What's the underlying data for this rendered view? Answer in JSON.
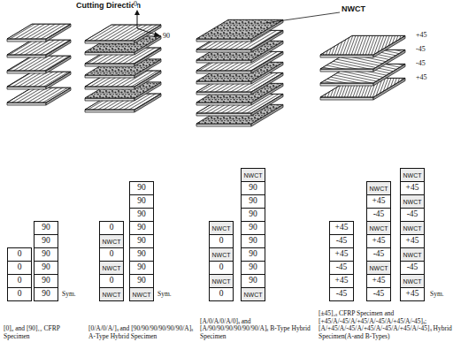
{
  "diagram": {
    "nodes": [
      {
        "text": [
          "0"
        ]
      },
      {
        "text": [
          "0"
        ]
      },
      {
        "text": [
          "0"
        ]
      },
      {
        "text": [
          "0"
        ]
      },
      {
        "text": [
          "90"
        ]
      },
      {
        "text": [
          "90"
        ]
      },
      {
        "text": [
          "90"
        ]
      },
      {
        "text": [
          "90"
        ]
      },
      {
        "text": [
          "90"
        ]
      },
      {
        "text": [
          "90"
        ]
      },
      {
        "text": [
          "0"
        ]
      },
      {
        "text": [
          "NWCT"
        ]
      },
      {
        "text": [
          "0"
        ]
      },
      {
        "text": [
          "NWCT"
        ]
      },
      {
        "text": [
          "0"
        ]
      },
      {
        "text": [
          "NWCT"
        ]
      },
      {
        "text": [
          "90"
        ]
      },
      {
        "text": [
          "90"
        ]
      },
      {
        "text": [
          "90"
        ]
      },
      {
        "text": [
          "90"
        ]
      },
      {
        "text": [
          "90"
        ]
      },
      {
        "text": [
          "90"
        ]
      },
      {
        "text": [
          "90"
        ]
      },
      {
        "text": [
          "90"
        ]
      },
      {
        "text": [
          "NWCT"
        ]
      },
      {
        "text": [
          "NWCT"
        ]
      },
      {
        "text": [
          "0"
        ]
      },
      {
        "text": [
          "NWCT"
        ]
      },
      {
        "text": [
          "0"
        ]
      },
      {
        "text": [
          "NWCT"
        ]
      },
      {
        "text": [
          "0"
        ]
      },
      {
        "text": [
          "NWCT"
        ]
      },
      {
        "text": [
          "90"
        ]
      },
      {
        "text": [
          "90"
        ]
      },
      {
        "text": [
          "90"
        ]
      },
      {
        "text": [
          "90"
        ]
      },
      {
        "text": [
          "90"
        ]
      },
      {
        "text": [
          "90"
        ]
      },
      {
        "text": [
          "90"
        ]
      },
      {
        "text": [
          "90"
        ]
      },
      {
        "text": [
          "NWCT"
        ]
      },
      {
        "text": [
          "+45"
        ]
      },
      {
        "text": [
          "-45"
        ]
      },
      {
        "text": [
          "+45"
        ]
      },
      {
        "text": [
          "-45"
        ]
      },
      {
        "text": [
          "+45"
        ]
      },
      {
        "text": [
          "-45"
        ]
      },
      {
        "text": [
          "NWCT"
        ]
      },
      {
        "text": [
          "+45"
        ]
      },
      {
        "text": [
          "-45"
        ]
      },
      {
        "text": [
          "NWCT"
        ]
      },
      {
        "text": [
          "+45"
        ]
      },
      {
        "text": [
          "-45"
        ]
      },
      {
        "text": [
          "NWCT"
        ]
      },
      {
        "text": [
          "+45"
        ]
      },
      {
        "text": [
          "-45"
        ]
      },
      {
        "text": [
          "NWCT"
        ]
      },
      {
        "text": [
          "+45"
        ]
      },
      {
        "text": [
          "NWCT"
        ]
      },
      {
        "text": [
          "-45"
        ]
      },
      {
        "text": [
          "NWCT"
        ]
      },
      {
        "text": [
          "+45"
        ]
      },
      {
        "text": [
          "NWCT"
        ]
      },
      {
        "text": [
          "-45"
        ]
      },
      {
        "text": [
          "NWCT"
        ]
      },
      {
        "text": [
          "+45"
        ]
      }
    ],
    "labels": [
      "Cutting Direction",
      "0",
      "90",
      "NWCT",
      "+45",
      "-45",
      "-45",
      "+45",
      "Sym.",
      "Sym.",
      "Sym.",
      "[0]₆ and [90]₁₂ CFRP Specimen",
      "[0/A/0/A/]ₛ and [90/90/90/90/90/90/A]ₛ A-Type Hybrid Specimen",
      "[A/0/A/0/A/0]ₛ and [A/90/90/90/90/90/90/A]ₛ B-Type Hybrid Specimen",
      "[±45]₃ₛ CFRP Specimen and [+45/A/-45/A/+45/A/-45/A/+45/A/-45]ₛ; [A/+45/A/-45/A/+45/A/-45/A/+45/A/-45]ₛ Hybrid Specimen(A-and B-Types)"
    ]
  }
}
